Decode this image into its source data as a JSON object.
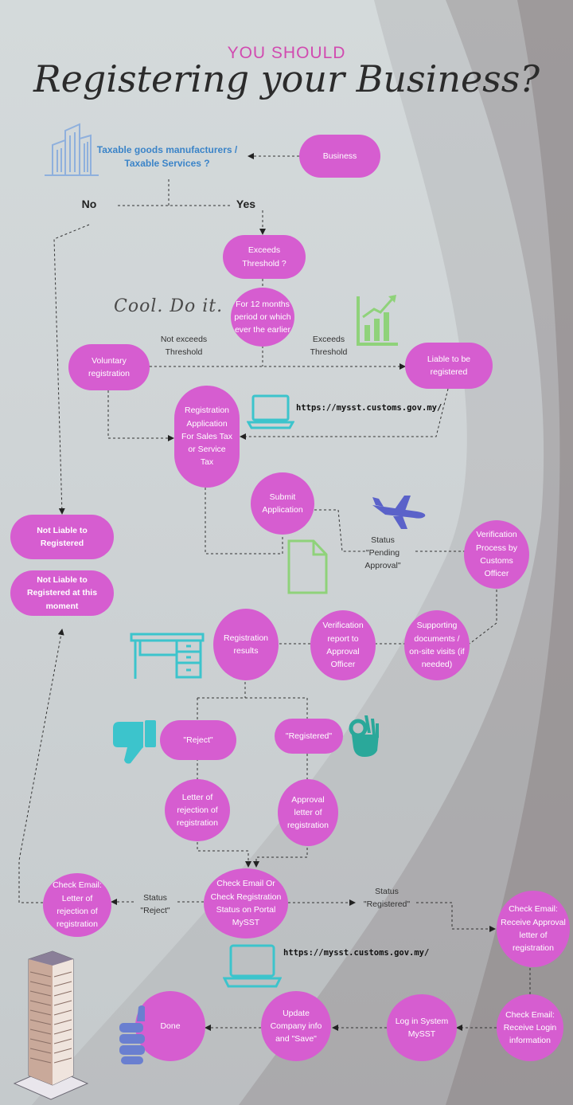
{
  "header": {
    "subtitle": "YOU SHOULD",
    "title": "Registering your Business?"
  },
  "question": "Taxable goods manufacturers / Taxable Services ?",
  "answers": {
    "no": "No",
    "yes": "Yes"
  },
  "tagline": "Cool. Do it.",
  "nodes": {
    "business": "Business",
    "exceeds_threshold": "Exceeds Threshold ?",
    "twelve_months": "For 12 months period or which ever the earlier",
    "voluntary": "Voluntary registration",
    "liable": "Liable to be registered",
    "application": "Registration Application For Sales Tax or Service Tax",
    "submit": "Submit Application",
    "verification_process": "Verification Process by Customs Officer",
    "not_liable": "Not Liable to Registered",
    "not_liable_moment": "Not Liable to Registered at this moment",
    "results": "Registration results",
    "verification_report": "Verification report to Approval Officer",
    "supporting_docs": "Supporting documents / on-site visits (if needed)",
    "reject": "\"Reject\"",
    "registered": "\"Registered\"",
    "rejection_letter": "Letter of rejection of registration",
    "approval_letter": "Approval letter of registration",
    "check_status": "Check Email Or Check Registration Status on Portal MySST",
    "check_email_reject": "Check Email: Letter of rejection of registration",
    "check_email_approval": "Check Email: Receive Approval letter of registration",
    "check_email_login": "Check Email: Receive Login information",
    "log_in": "Log in System MySST",
    "update": "Update Company info and \"Save\"",
    "done": "Done"
  },
  "labels": {
    "not_exceeds": "Not exceeds Threshold",
    "exceeds": "Exceeds Threshold",
    "pending": "Status \"Pending Approval\"",
    "status_reject": "Status \"Reject\"",
    "status_registered": "Status \"Registered\""
  },
  "urls": {
    "url1": "https://mysst.customs.gov.my/",
    "url2": "https://mysst.customs.gov.my/"
  },
  "colors": {
    "node": "#d65dd0",
    "subtitle": "#d14bb0",
    "question": "#3b84c8",
    "icon_green": "#8fd27a",
    "icon_teal": "#3cc4cc",
    "icon_blue": "#5b62c9"
  },
  "icons": [
    "building-icon",
    "bar-chart-icon",
    "laptop-icon",
    "airplane-icon",
    "document-icon",
    "desk-icon",
    "thumbs-down-icon",
    "ok-hand-icon",
    "thumbs-up-icon",
    "skyscraper-icon"
  ]
}
